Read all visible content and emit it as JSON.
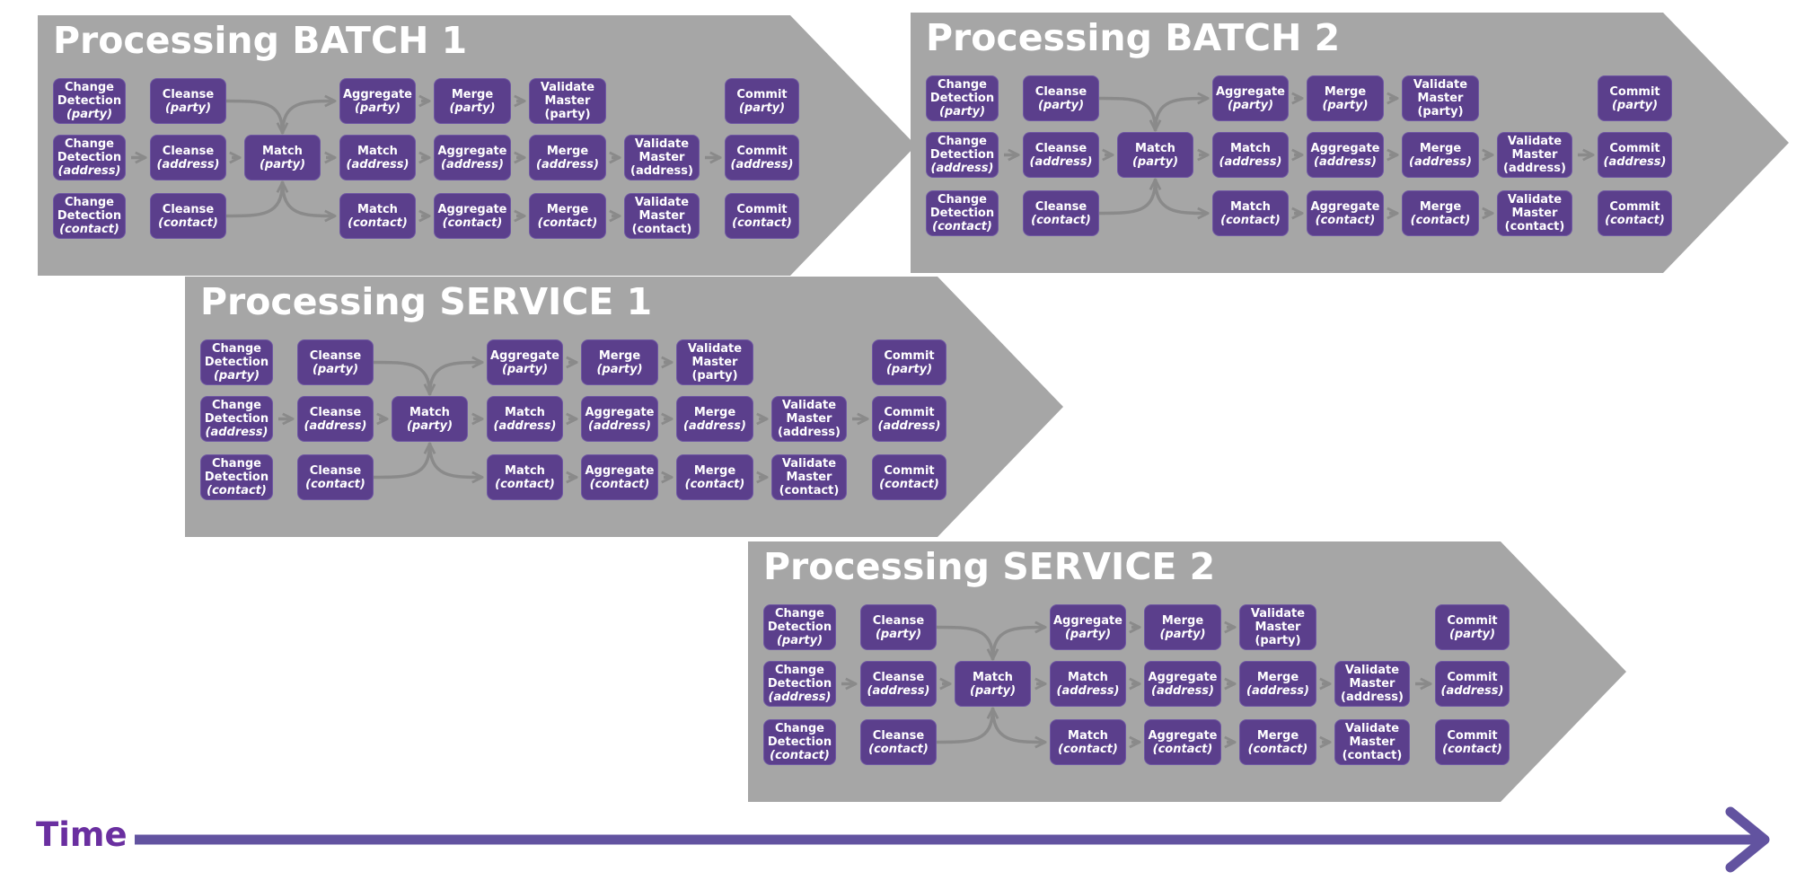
{
  "colors": {
    "panel": "#a6a6a6",
    "box": "#5b3f8c",
    "box_border": "#6f58a3",
    "connector": "#8a8a8a",
    "time_label": "#6a2fa0",
    "time_arrow": "#6253a0"
  },
  "panels": [
    {
      "id": "batch-1",
      "title": "Processing BATCH 1"
    },
    {
      "id": "batch-2",
      "title": "Processing BATCH 2"
    },
    {
      "id": "service-1",
      "title": "Processing SERVICE 1"
    },
    {
      "id": "service-2",
      "title": "Processing SERVICE 2"
    }
  ],
  "steps": [
    {
      "key": "cd-party",
      "lines": [
        "Change",
        "Detection"
      ],
      "qualifier": "(party)",
      "qualifier_italic": true
    },
    {
      "key": "cd-address",
      "lines": [
        "Change",
        "Detection"
      ],
      "qualifier": "(address)",
      "qualifier_italic": true
    },
    {
      "key": "cd-contact",
      "lines": [
        "Change",
        "Detection"
      ],
      "qualifier": "(contact)",
      "qualifier_italic": true
    },
    {
      "key": "cleanse-party",
      "lines": [
        "Cleanse"
      ],
      "qualifier": "(party)",
      "qualifier_italic": true
    },
    {
      "key": "cleanse-address",
      "lines": [
        "Cleanse"
      ],
      "qualifier": "(address)",
      "qualifier_italic": true
    },
    {
      "key": "cleanse-contact",
      "lines": [
        "Cleanse"
      ],
      "qualifier": "(contact)",
      "qualifier_italic": true
    },
    {
      "key": "match-party",
      "lines": [
        "Match"
      ],
      "qualifier": "(party)",
      "qualifier_italic": true
    },
    {
      "key": "aggregate-party",
      "lines": [
        "Aggregate"
      ],
      "qualifier": "(party)",
      "qualifier_italic": true
    },
    {
      "key": "match-address",
      "lines": [
        "Match"
      ],
      "qualifier": "(address)",
      "qualifier_italic": true
    },
    {
      "key": "match-contact",
      "lines": [
        "Match"
      ],
      "qualifier": "(contact)",
      "qualifier_italic": true
    },
    {
      "key": "merge-party",
      "lines": [
        "Merge"
      ],
      "qualifier": "(party)",
      "qualifier_italic": true
    },
    {
      "key": "aggregate-address",
      "lines": [
        "Aggregate"
      ],
      "qualifier": "(address)",
      "qualifier_italic": true
    },
    {
      "key": "aggregate-contact",
      "lines": [
        "Aggregate"
      ],
      "qualifier": "(contact)",
      "qualifier_italic": true
    },
    {
      "key": "validate-party",
      "lines": [
        "Validate",
        "Master"
      ],
      "qualifier": "(party)",
      "qualifier_italic": false
    },
    {
      "key": "merge-address",
      "lines": [
        "Merge"
      ],
      "qualifier": "(address)",
      "qualifier_italic": true
    },
    {
      "key": "merge-contact",
      "lines": [
        "Merge"
      ],
      "qualifier": "(contact)",
      "qualifier_italic": true
    },
    {
      "key": "validate-address",
      "lines": [
        "Validate",
        "Master"
      ],
      "qualifier": "(address)",
      "qualifier_italic": false
    },
    {
      "key": "validate-contact",
      "lines": [
        "Validate",
        "Master"
      ],
      "qualifier": "(contact)",
      "qualifier_italic": false
    },
    {
      "key": "commit-party",
      "lines": [
        "Commit"
      ],
      "qualifier": "(party)",
      "qualifier_italic": true
    },
    {
      "key": "commit-address",
      "lines": [
        "Commit"
      ],
      "qualifier": "(address)",
      "qualifier_italic": true
    },
    {
      "key": "commit-contact",
      "lines": [
        "Commit"
      ],
      "qualifier": "(contact)",
      "qualifier_italic": true
    }
  ],
  "connections": [
    {
      "from": "cd-address",
      "to": "cleanse-address"
    },
    {
      "from": "cleanse-address",
      "to": "match-party"
    },
    {
      "from": "cleanse-party",
      "to": "match-party"
    },
    {
      "from": "cleanse-contact",
      "to": "match-party"
    },
    {
      "from": "match-party",
      "to": "aggregate-party"
    },
    {
      "from": "match-party",
      "to": "match-address"
    },
    {
      "from": "match-party",
      "to": "match-contact"
    },
    {
      "from": "aggregate-party",
      "to": "merge-party"
    },
    {
      "from": "merge-party",
      "to": "validate-party"
    },
    {
      "from": "match-address",
      "to": "aggregate-address"
    },
    {
      "from": "aggregate-address",
      "to": "merge-address"
    },
    {
      "from": "merge-address",
      "to": "validate-address"
    },
    {
      "from": "validate-address",
      "to": "commit-address"
    },
    {
      "from": "match-contact",
      "to": "aggregate-contact"
    },
    {
      "from": "aggregate-contact",
      "to": "merge-contact"
    },
    {
      "from": "merge-contact",
      "to": "validate-contact"
    }
  ],
  "timeline": {
    "label": "Time"
  }
}
